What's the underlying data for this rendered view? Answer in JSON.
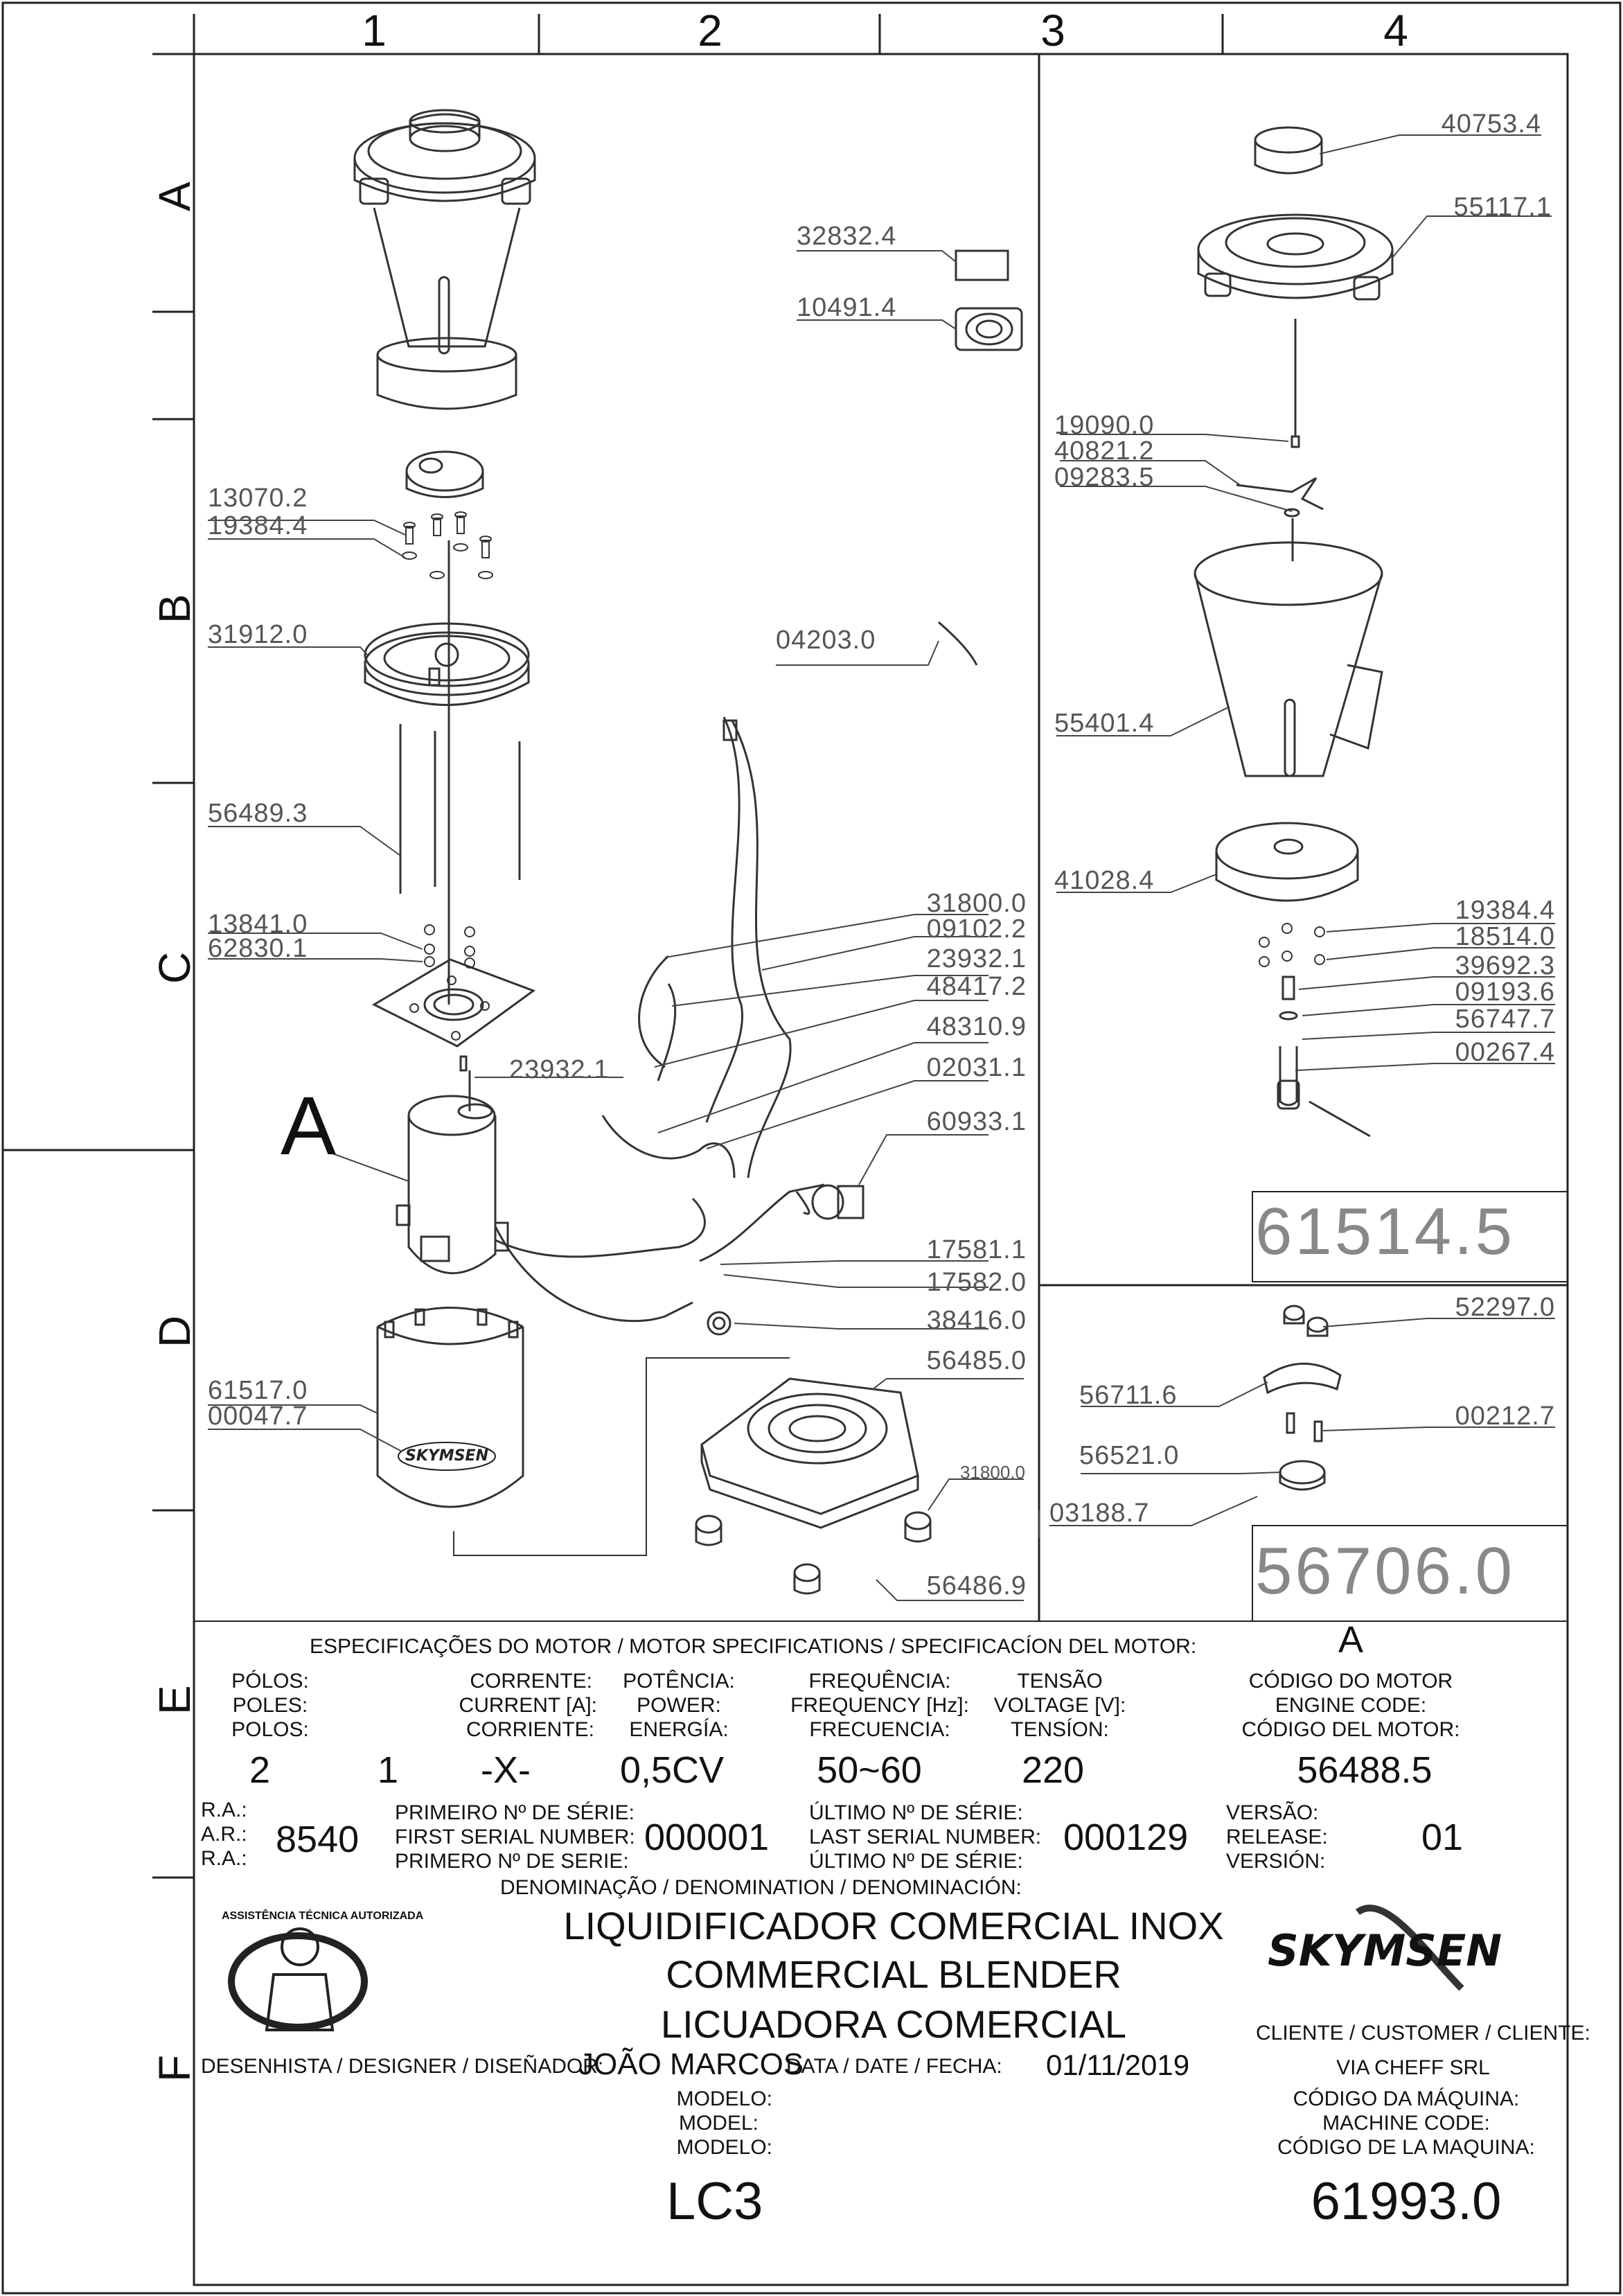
{
  "grid": {
    "columns": [
      "1",
      "2",
      "3",
      "4"
    ],
    "rows": [
      "A",
      "B",
      "C",
      "D",
      "E",
      "F"
    ]
  },
  "callouts": {
    "group_motor_letter": "A",
    "left": [
      "13070.2",
      "19384.4",
      "31912.0",
      "56489.3",
      "13841.0",
      "62830.1",
      "23932.1",
      "61517.0",
      "00047.7"
    ],
    "center_small": [
      "32832.4",
      "10491.4",
      "04203.0"
    ],
    "center_right": [
      "31800.0",
      "09102.2",
      "23932.1",
      "48417.2",
      "48310.9",
      "02031.1",
      "60933.1",
      "17581.1",
      "17582.0",
      "38416.0",
      "56485.0",
      "31800.0",
      "56486.9"
    ],
    "right_top": [
      "40753.4",
      "55117.1",
      "19090.0",
      "40821.2",
      "09283.5",
      "55401.4",
      "41028.4",
      "19384.4",
      "18514.0",
      "39692.3",
      "09193.6",
      "56747.7",
      "00267.4"
    ],
    "right_bottom": [
      "52297.0",
      "56711.6",
      "00212.7",
      "56521.0",
      "03188.7"
    ],
    "assembly_top": "61514.5",
    "assembly_bottom": "56706.0"
  },
  "motor_specs": {
    "header": "ESPECIFICAÇÕES DO MOTOR / MOTOR SPECIFICATIONS / SPECIFICACÍON DEL MOTOR:",
    "motor_letter": "A",
    "poles": [
      "PÓLOS:",
      "POLES:",
      "POLOS:"
    ],
    "current": [
      "CORRENTE:",
      "CURRENT [A]:",
      "CORRIENTE:"
    ],
    "power": [
      "POTÊNCIA:",
      "POWER:",
      "ENERGÍA:"
    ],
    "frequency": [
      "FREQUÊNCIA:",
      "FREQUENCY [Hz]:",
      "FRECUENCIA:"
    ],
    "voltage": [
      "TENSÃO",
      "VOLTAGE [V]:",
      "TENSÍON:"
    ],
    "engine_code": [
      "CÓDIGO DO MOTOR",
      "ENGINE CODE:",
      "CÓDIGO DEL MOTOR:"
    ],
    "val_poles": "2",
    "val_current": "1",
    "val_current2": "-X-",
    "val_power": "0,5CV",
    "val_frequency": "50~60",
    "val_voltage": "220",
    "val_engine_code": "56488.5"
  },
  "serials": {
    "ra_labels": [
      "R.A.:",
      "A.R.:",
      "R.A.:"
    ],
    "ra_value": "8540",
    "first_labels": [
      "PRIMEIRO Nº DE SÉRIE:",
      "FIRST SERIAL NUMBER:",
      "PRIMERO Nº DE SERIE:"
    ],
    "first_value": "000001",
    "last_labels": [
      "ÚLTIMO Nº DE SÉRIE:",
      "LAST SERIAL NUMBER:",
      "ÚLTIMO Nº DE SÉRIE:"
    ],
    "last_value": "000129",
    "version_labels": [
      "VERSÃO:",
      "RELEASE:",
      "VERSIÓN:"
    ],
    "version_value": "01"
  },
  "title_block": {
    "denomination_label": "DENOMINAÇÃO / DENOMINATION / DENOMINACIÓN:",
    "title_lines": [
      "LIQUIDIFICADOR COMERCIAL INOX",
      "COMMERCIAL BLENDER",
      "LICUADORA COMERCIAL"
    ],
    "designer_label": "DESENHISTA / DESIGNER / DISEÑADOR:",
    "designer_value": "JOÃO MARCOS",
    "date_label": "DATA / DATE / FECHA:",
    "date_value": "01/11/2019",
    "model_labels": [
      "MODELO:",
      "MODEL:",
      "MODELO:"
    ],
    "model_value": "LC3",
    "customer_label": "CLIENTE / CUSTOMER / CLIENTE:",
    "customer_value": "VIA CHEFF SRL",
    "machine_code_labels": [
      "CÓDIGO DA MÁQUINA:",
      "MACHINE CODE:",
      "CÓDIGO DE LA MAQUINA:"
    ],
    "machine_code_value": "61993.0",
    "brand": "SKYMSEN",
    "seal_text": "ASSISTÊNCIA TÉCNICA AUTORIZADA"
  }
}
